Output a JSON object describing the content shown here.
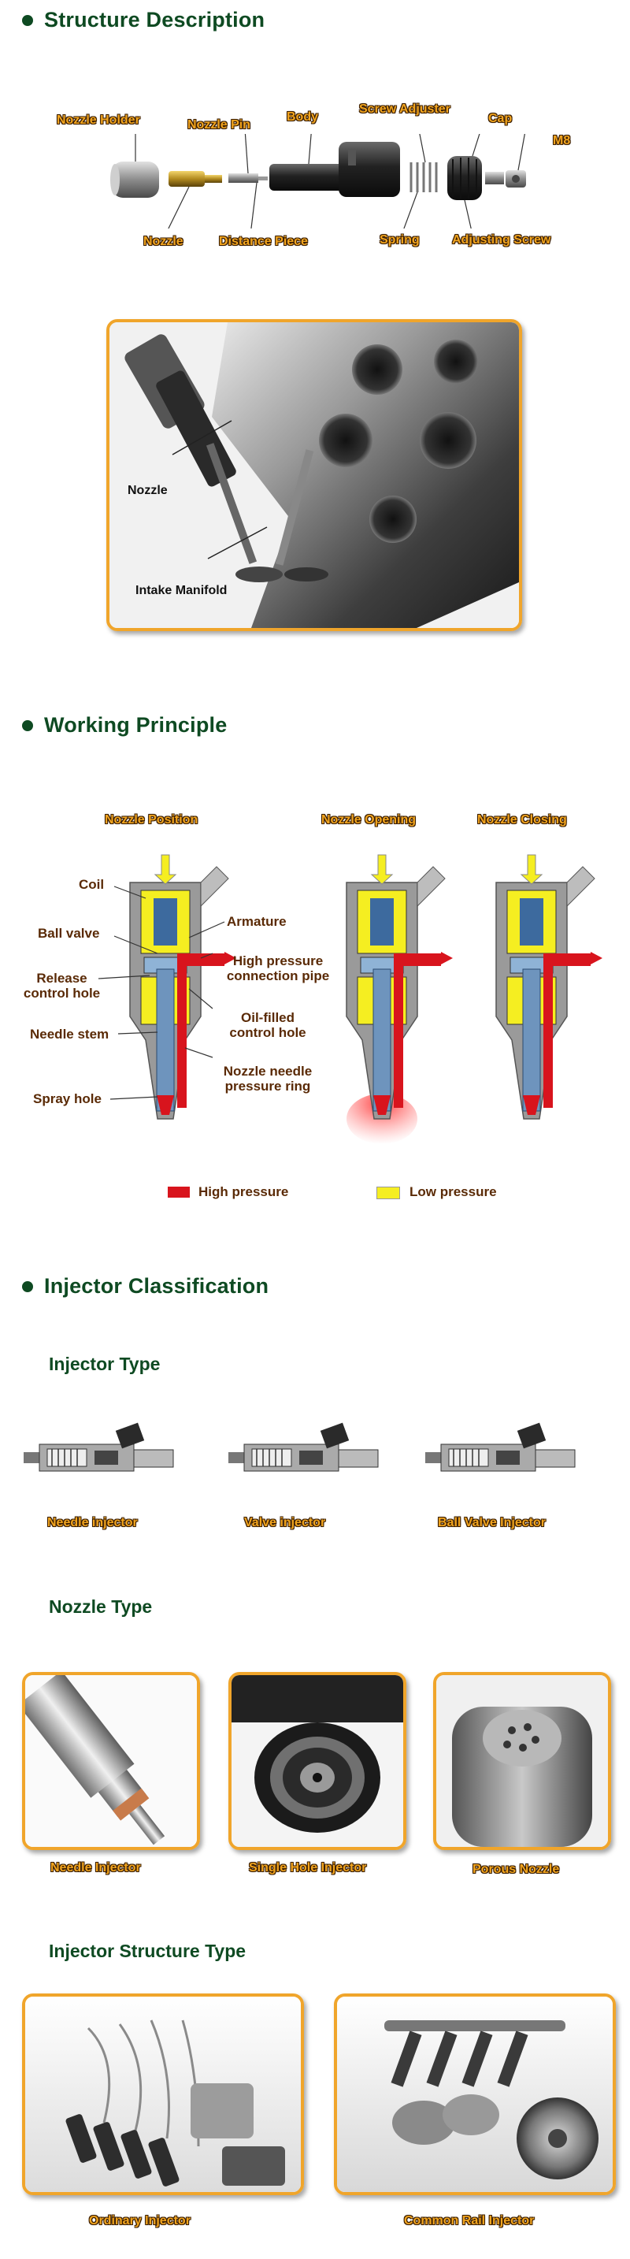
{
  "structure": {
    "heading": "Structure Description",
    "parts": {
      "nozzle_holder": "Nozzle Holder",
      "nozzle_pin": "Nozzle Pin",
      "body": "Body",
      "screw_adjuster": "Screw Adjuster",
      "cap": "Cap",
      "m8": "M8",
      "nozzle": "Nozzle",
      "distance_piece": "Distance Piece",
      "spring": "Spring",
      "adjusting_screw": "Adjusting Screw"
    },
    "engine_labels": {
      "nozzle": "Nozzle",
      "intake_manifold": "Intake Manifold"
    }
  },
  "working": {
    "heading": "Working Principle",
    "columns": [
      "Nozzle Position",
      "Nozzle Opening",
      "Nozzle Closing"
    ],
    "labels": {
      "coil": "Coil",
      "ball_valve": "Ball valve",
      "release_control_hole": "Release control hole",
      "needle_stem": "Needle stem",
      "spray_hole": "Spray hole",
      "armature": "Armature",
      "high_pressure_pipe": "High pressure connection pipe",
      "oil_filled": "Oil-filled control hole",
      "needle_ring": "Nozzle needle pressure ring"
    },
    "legend": {
      "high": "High pressure",
      "low": "Low pressure",
      "high_color": "#d8141d",
      "low_color": "#f5ee21"
    }
  },
  "classification": {
    "heading": "Injector Classification",
    "injector_type": {
      "title": "Injector Type",
      "items": [
        "Needle injector",
        "Valve injector",
        "Ball Valve Injector"
      ]
    },
    "nozzle_type": {
      "title": "Nozzle Type",
      "items": [
        "Needle Injector",
        "Single Hole Injector",
        "Porous Nozzle"
      ]
    },
    "structure_type": {
      "title": "Injector Structure Type",
      "items": [
        "Ordinary Injector",
        "Common Rail Injector"
      ]
    }
  },
  "colors": {
    "heading": "#0e4a22",
    "orange_label": "#f2a51f",
    "frame": "#f0a52b",
    "diagram_text": "#5a2a06"
  }
}
